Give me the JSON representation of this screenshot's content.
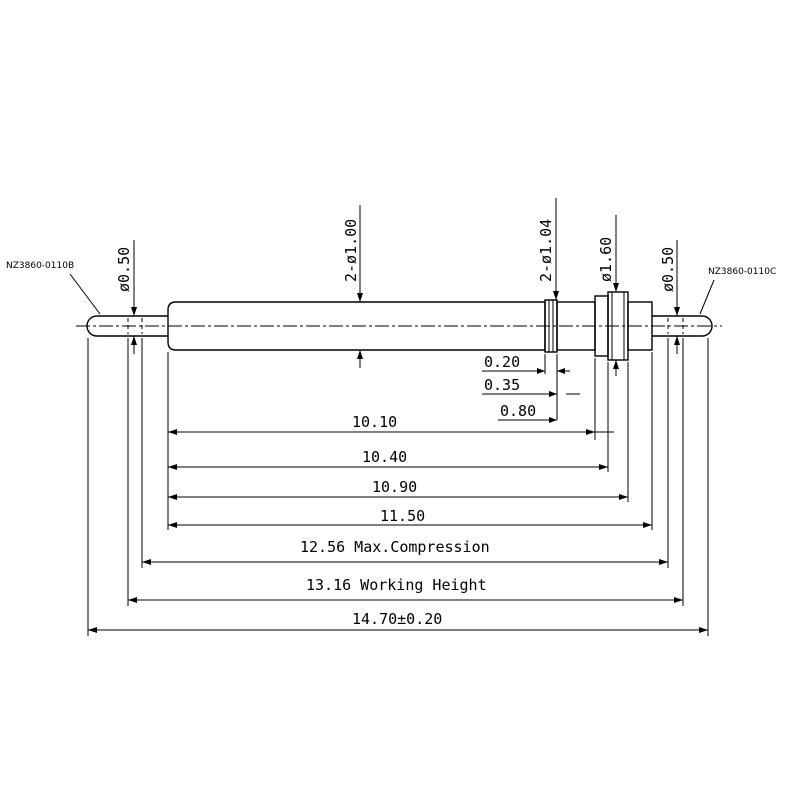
{
  "labels": {
    "part_left": "NZ3860-0110B",
    "part_right": "NZ3860-0110C",
    "dia_left_tip": "ø0.50",
    "dia_barrel": "2-ø1.00",
    "dia_groove": "2-ø1.04",
    "dia_flange": "ø1.60",
    "dia_right_tip": "ø0.50"
  },
  "dimensions": {
    "d020": "0.20",
    "d035": "0.35",
    "d080": "0.80",
    "d1010": "10.10",
    "d1040": "10.40",
    "d1090": "10.90",
    "d1150": "11.50",
    "max_compression": "12.56 Max.Compression",
    "working_height": "13.16 Working Height",
    "overall": "14.70±0.20"
  }
}
